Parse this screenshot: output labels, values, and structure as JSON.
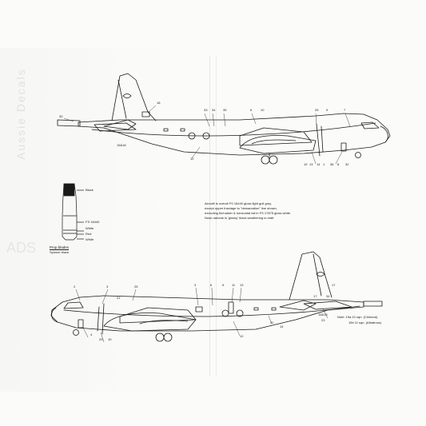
{
  "colors": {
    "line": "#1a1a1a",
    "paper": "#fbfbfa",
    "ghost": "#cfcbd6"
  },
  "ghost_text": {
    "side": "Aussie Decals",
    "mark": "ADS"
  },
  "top_callouts": [
    "30",
    "18",
    "33",
    "34",
    "35",
    "6",
    "10",
    "25",
    "7",
    "9",
    "15&16",
    "12",
    "36",
    "19",
    "1",
    "14",
    "13",
    "8",
    "32"
  ],
  "bottom_callouts": [
    "2",
    "3",
    "25",
    "3",
    "6",
    "11",
    "13",
    "5",
    "17",
    "31",
    "14",
    "4",
    "20",
    "10",
    "23",
    "15&16",
    "12",
    "17",
    "34",
    "21"
  ],
  "note": {
    "line1": "Aircraft is overall FS 16440 gloss light gull grey,",
    "line2": "except upper fuselage to \"demarcation\" line shown,",
    "line3": "excluding fin/rudder & horizontal tail in FS 17875 gloss white.",
    "line4": "Nose radome is 'glossy' black weathering to matt"
  },
  "spinner": {
    "labels": [
      "Black",
      "FS 16440",
      "White",
      "Red",
      "White"
    ],
    "title": "Prop blades",
    "subtitle": "Spinner black"
  },
  "squadron_note": {
    "line1": "Note: 15a   10 sqn. (Chimera)",
    "line2": "15b   11 sqn. (Albatross)"
  }
}
